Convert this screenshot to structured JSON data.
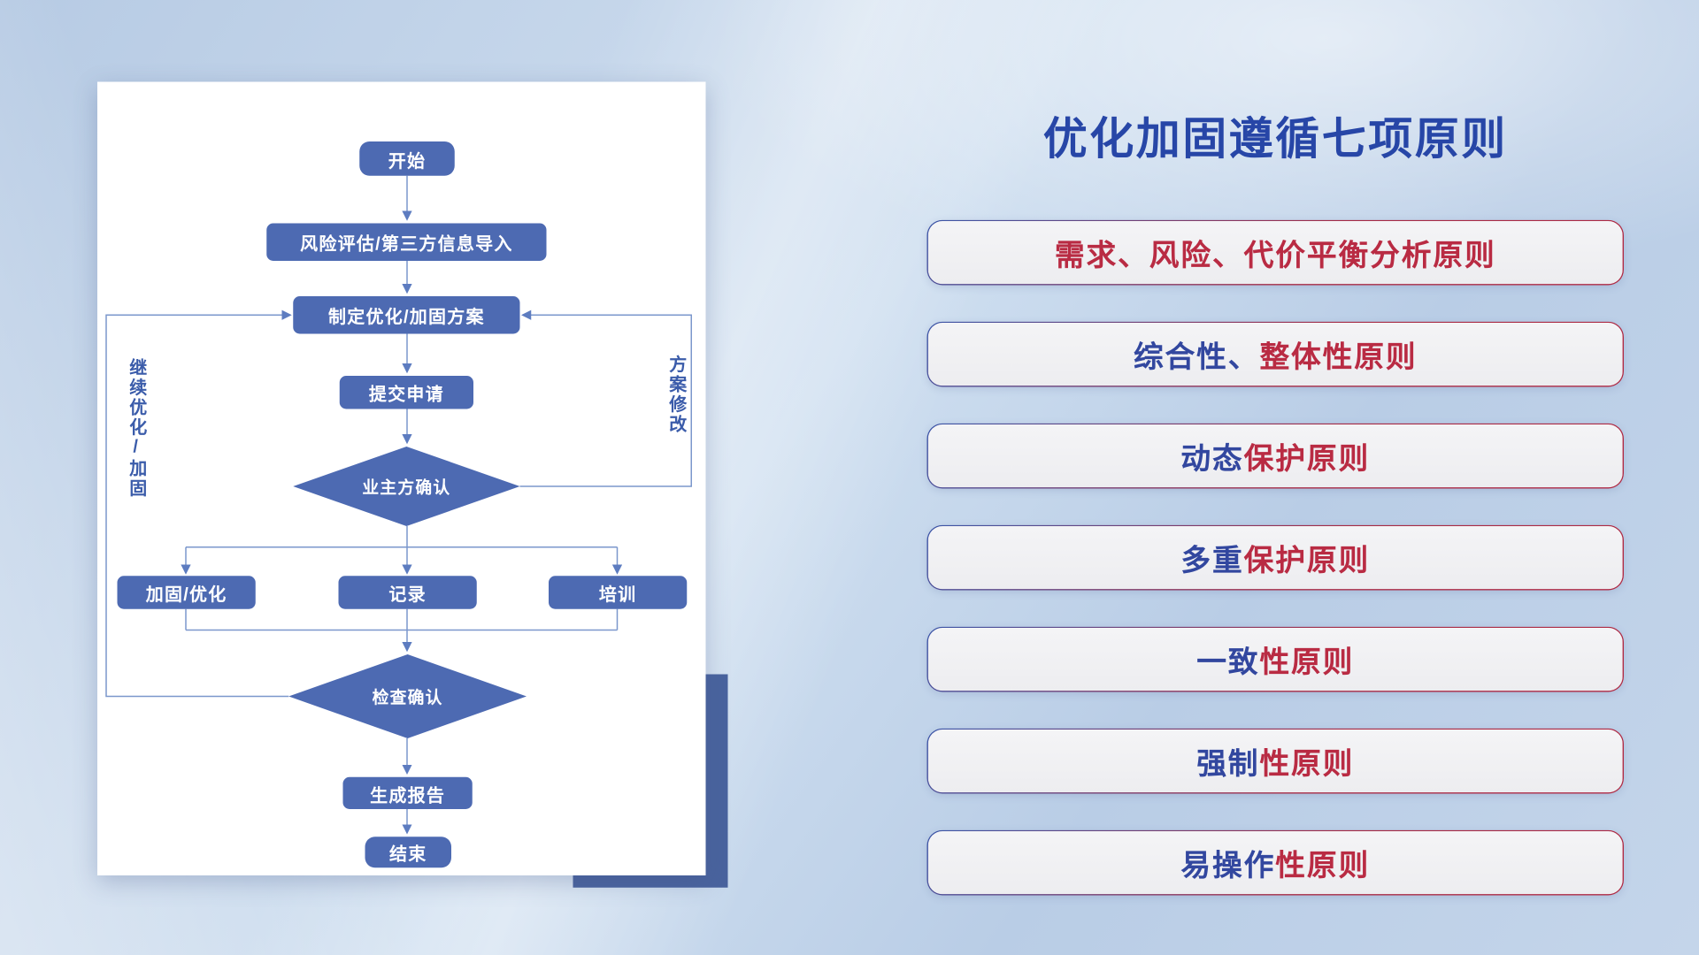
{
  "flowchart": {
    "nodes": {
      "start": "开始",
      "risk_import": "风险评估/第三方信息导入",
      "make_plan": "制定优化/加固方案",
      "submit": "提交申请",
      "owner_confirm": "业主方确认",
      "reinforce": "加固/优化",
      "record": "记录",
      "training": "培训",
      "check_confirm": "检查确认",
      "report": "生成报告",
      "end": "结束"
    },
    "loop_labels": {
      "left": "继续优化/加固",
      "right": "方案修改"
    }
  },
  "panel": {
    "title": "优化加固遵循七项原则",
    "principles": [
      {
        "segments": [
          {
            "text": "需求、风险、代价平衡分析原则",
            "color": "#b92b43"
          }
        ]
      },
      {
        "segments": [
          {
            "text": "综合性、",
            "color": "#32479f"
          },
          {
            "text": "整体性原则",
            "color": "#b92b43"
          }
        ]
      },
      {
        "segments": [
          {
            "text": "动态",
            "color": "#32479f"
          },
          {
            "text": "保护原则",
            "color": "#b92b43"
          }
        ]
      },
      {
        "segments": [
          {
            "text": "多重",
            "color": "#32479f"
          },
          {
            "text": "保护原则",
            "color": "#b92b43"
          }
        ]
      },
      {
        "segments": [
          {
            "text": "一致",
            "color": "#32479f"
          },
          {
            "text": "性原则",
            "color": "#b92b43"
          }
        ]
      },
      {
        "segments": [
          {
            "text": "强制",
            "color": "#32479f"
          },
          {
            "text": "性原则",
            "color": "#b92b43"
          }
        ]
      },
      {
        "segments": [
          {
            "text": "易操作",
            "color": "#32479f"
          },
          {
            "text": "性原则",
            "color": "#b92b43"
          }
        ]
      }
    ]
  },
  "colors": {
    "title": "#2746a7",
    "principle_red": "#b92b43",
    "principle_blue": "#32479f",
    "node_fill": "#4d6ab2",
    "connector": "#7b97cc",
    "card_shadow_block": "#49639e"
  }
}
